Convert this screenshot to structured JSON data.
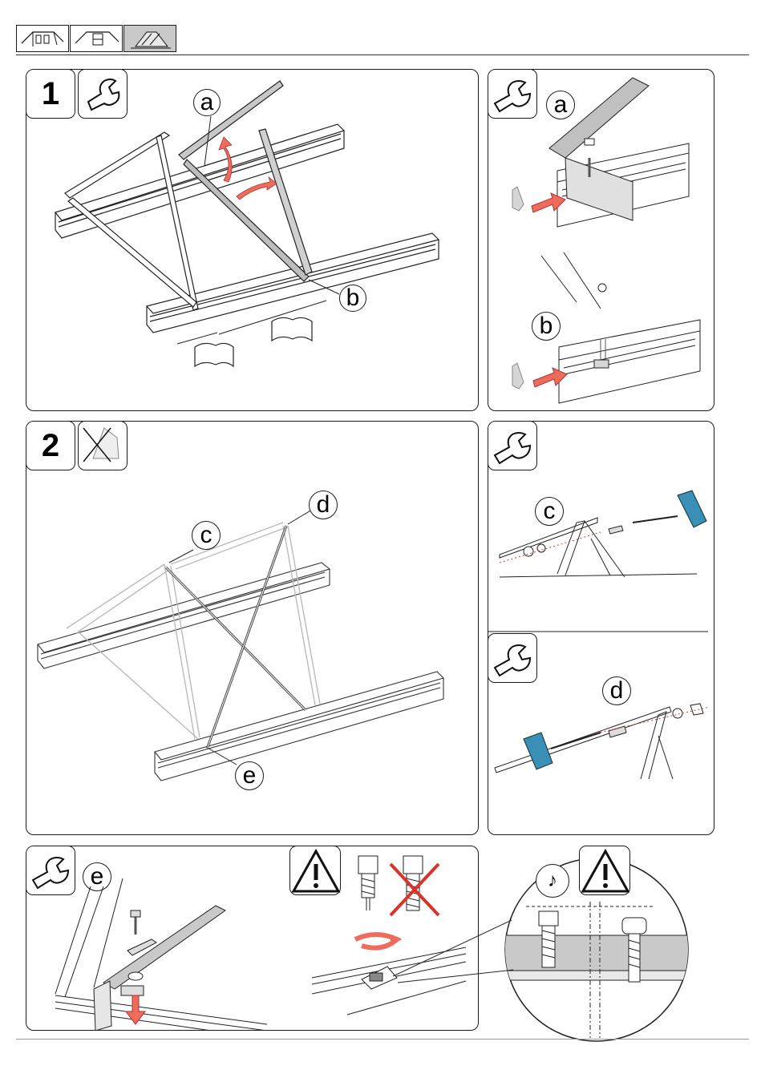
{
  "header": {
    "icons": [
      "roof-gable-icon",
      "roof-flat-icon",
      "free-standing-icon"
    ],
    "selected_index": 2
  },
  "step1": {
    "number": "1",
    "tool_icon": "wrench-icon",
    "callouts": {
      "a": "a",
      "b": "b"
    },
    "manual_icon": "open-book-icon"
  },
  "detail_1": {
    "tool_icon": "wrench-icon",
    "callouts": {
      "a": "a",
      "b": "b"
    }
  },
  "step2": {
    "number": "2",
    "mode_icon": "crossed-out-stand-icon",
    "callouts": {
      "c": "c",
      "d": "d",
      "e": "e"
    }
  },
  "detail_c": {
    "tool_icon": "wrench-icon",
    "label": "c",
    "tool_color": "#3a8fb7"
  },
  "detail_d": {
    "tool_icon": "wrench-icon",
    "label": "d",
    "tool_color": "#3a8fb7"
  },
  "detail_e": {
    "tool_icon": "wrench-icon",
    "label": "e"
  },
  "warning": {
    "icon": "warning-triangle-icon",
    "wrong_mark_color": "#d9332b",
    "arrow_color": "#ef6b5b"
  },
  "zoom": {
    "icon": "warning-triangle-icon",
    "sound_icon": "music-note-icon"
  }
}
